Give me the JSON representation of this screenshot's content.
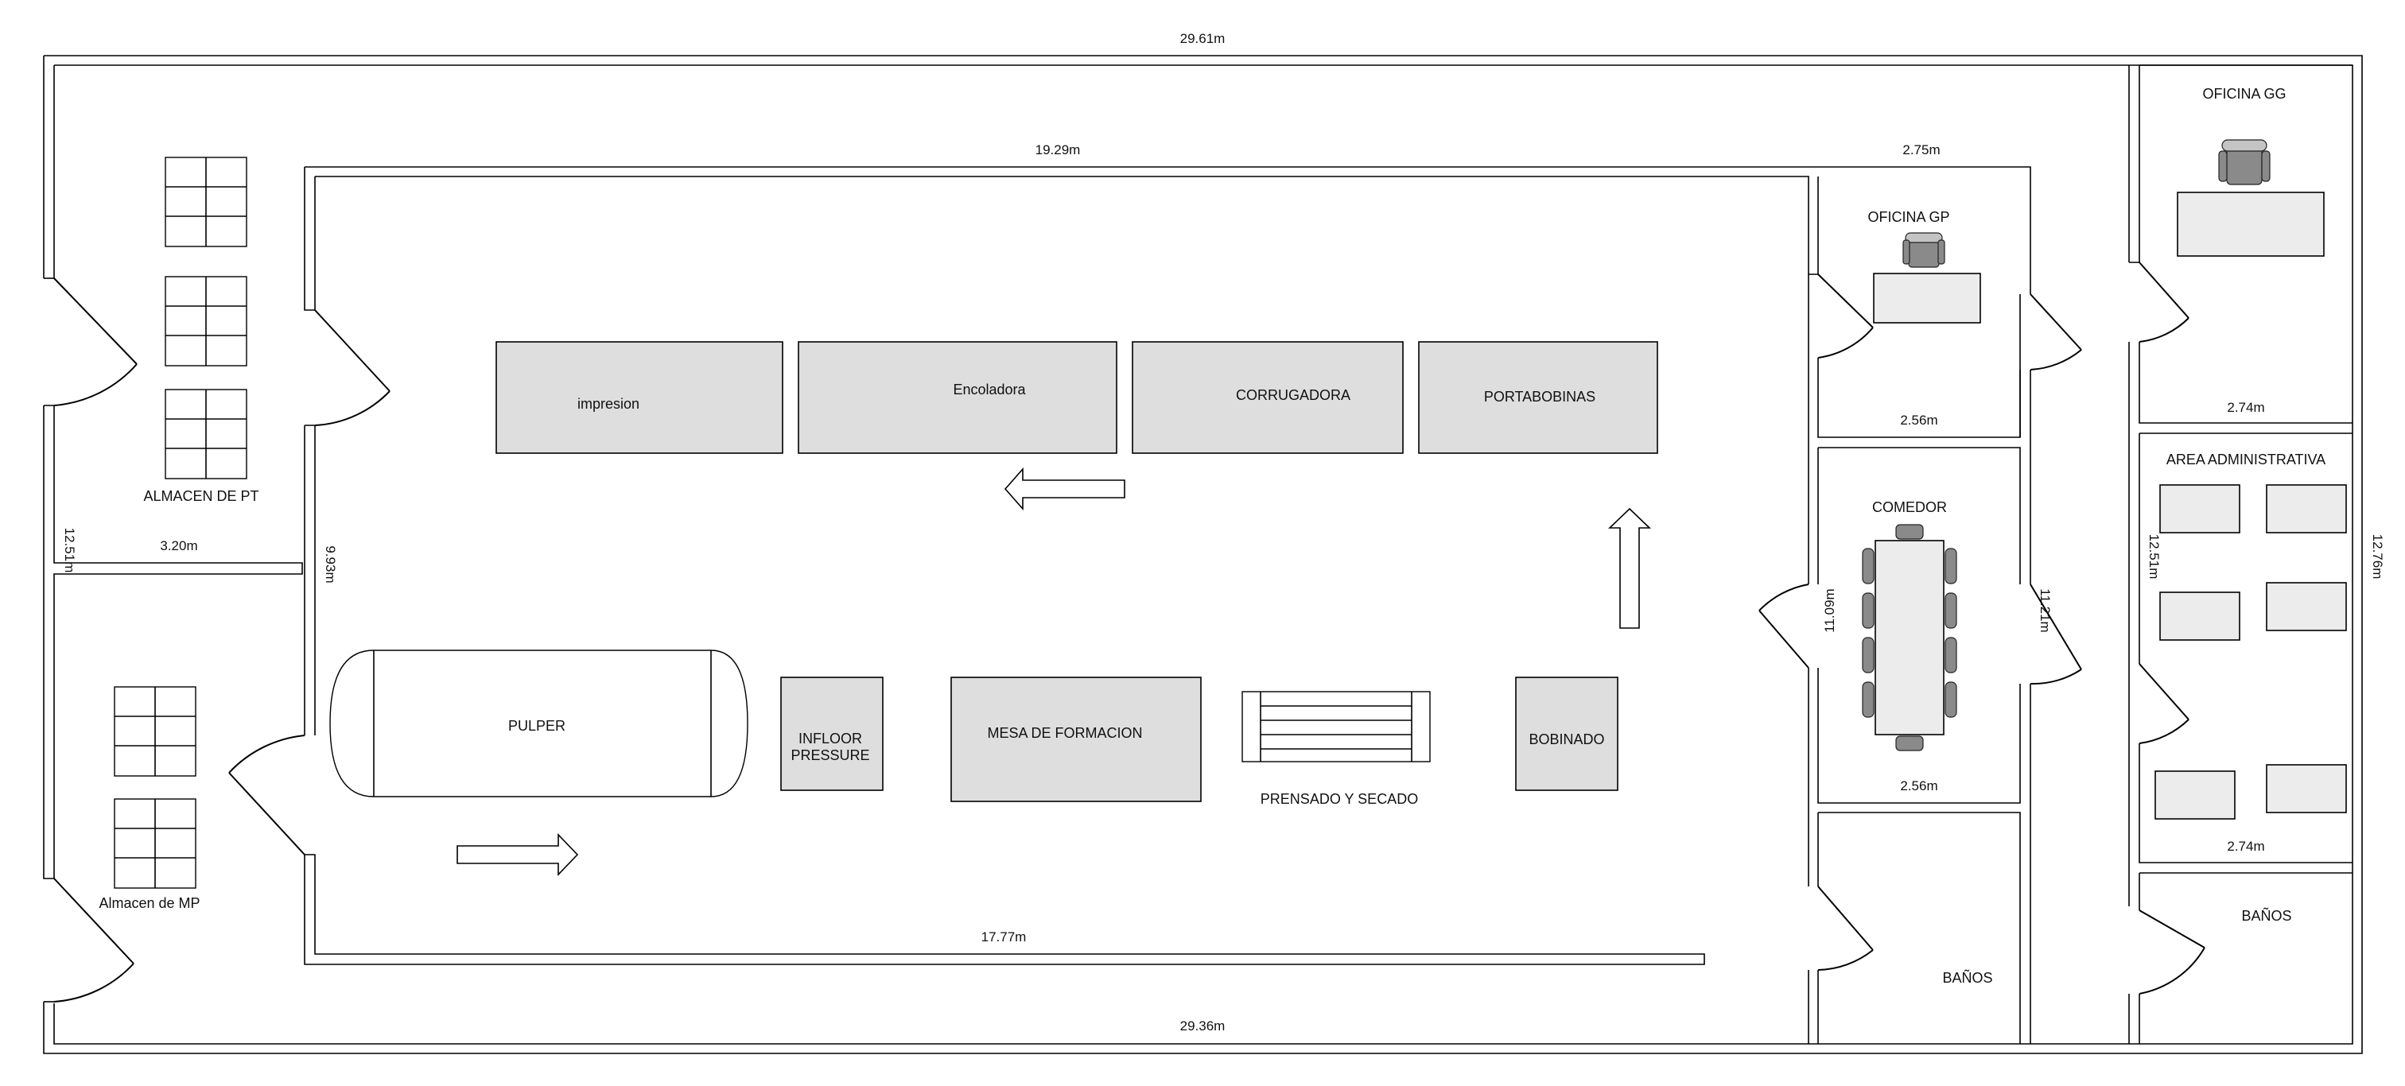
{
  "dimensions": {
    "top_overall": "29.61m",
    "bottom_overall": "29.36m",
    "right_overall": "12.76m",
    "production_top": "19.29m",
    "production_bottom": "17.77m",
    "production_left": "9.93m",
    "gp_office_top": "2.75m",
    "gp_office_bottom": "2.56m",
    "comedor_bottom": "2.56m",
    "comedor_left": "11.09m",
    "comedor_right": "11.21m",
    "gg_office_bottom": "2.74m",
    "admin_bottom": "2.74m",
    "admin_left": "12.51m",
    "almacen_pt_width": "3.20m",
    "left_wing": "12.51m"
  },
  "rooms": {
    "almacen_pt": "ALMACEN DE PT",
    "almacen_mp": "Almacen de MP",
    "oficina_gp": "OFICINA GP",
    "comedor": "COMEDOR",
    "banos_middle": "BAÑOS",
    "oficina_gg": "OFICINA GG",
    "area_admin": "AREA ADMINISTRATIVA",
    "banos_right": "BAÑOS"
  },
  "equipment": {
    "impresion": "impresion",
    "encoladora": "Encoladora",
    "corrugadora": "CORRUGADORA",
    "portabobinas": "PORTABOBINAS",
    "pulper": "PULPER",
    "infloor_line1": "INFLOOR",
    "infloor_line2": "PRESSURE",
    "mesa": "MESA DE FORMACION",
    "prensado": "PRENSADO Y SECADO",
    "bobinado": "BOBINADO"
  }
}
